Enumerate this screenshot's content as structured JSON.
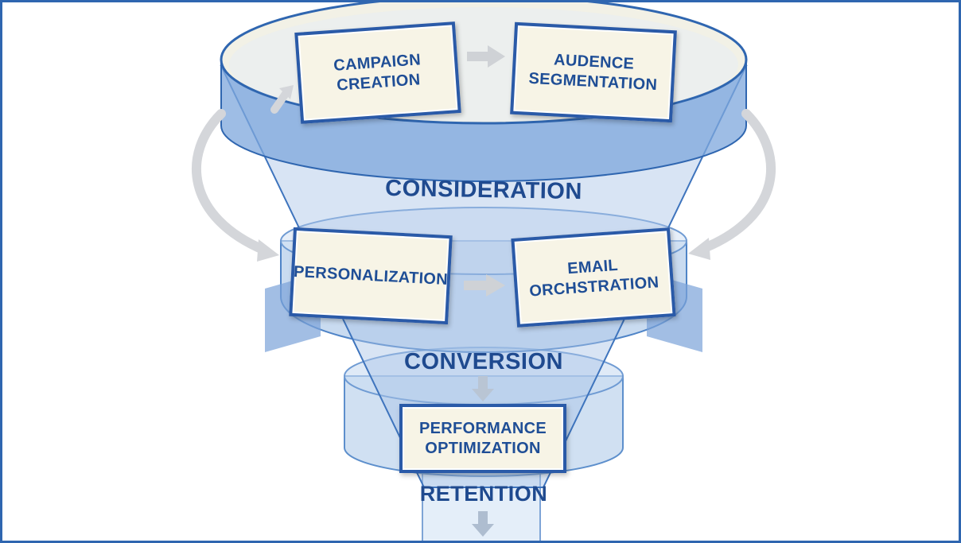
{
  "boxes": {
    "campaign_creation": "CAMPAIGN\nCREATION",
    "audience_segmentation": "AUDENCE\nSEGMENTATION",
    "personalization": "PERSONALIZATION",
    "email_orchestration": "EMAIL\nORCHSTRATION",
    "performance_optimization": "PERFORMANCE\nOPTIMIZATION"
  },
  "stages": {
    "consideration": "CONSIDERATION",
    "conversion": "CONVERSION",
    "retention": "RETENTION"
  },
  "colors": {
    "frame": "#2f66b0",
    "funnel_fill": "#8fb3de",
    "funnel_edge": "#3e74bd",
    "box_border": "#2a5aa8",
    "box_fill": "#f7f4e6",
    "text": "#1f4e96",
    "arrow": "#c9ccd1"
  },
  "icons": [
    "right-arrow-icon",
    "down-arrow-icon",
    "curved-arrow-icon"
  ]
}
